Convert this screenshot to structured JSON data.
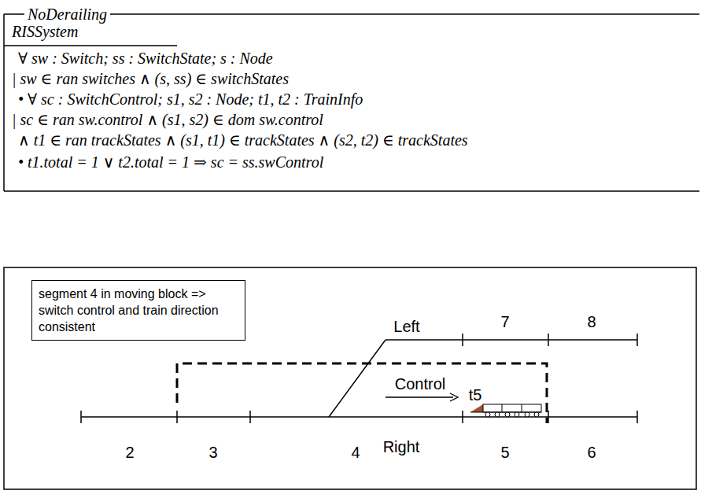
{
  "diagram": {
    "nodes": [
      {
        "text": [
          "NoDerailing",
          "RISSystem",
          "∀ sw : Switch; ss : SwitchState; s : Node",
          "| sw ∈ ran switches ∧ (s, ss) ∈ switchStates",
          "• ∀ sc : SwitchControl; s1, s2 : Node; t1, t2 : TrainInfo",
          "| sc ∈ ran sw.control ∧ (s1, s2) ∈ dom sw.control",
          "∧ t1 ∈ ran trackStates ∧ (s1, t1) ∈ trackStates ∧ (s2, t2) ∈ trackStates",
          "• t1.total = 1 ∨ t2.total = 1 ⇒ sc = ss.swControl"
        ]
      },
      {
        "text": [
          "segment 4 in moving block => switch control and train direction consistent"
        ]
      }
    ],
    "labels": [
      "Left",
      "7",
      "8",
      "Control",
      "t5",
      "2",
      "3",
      "4",
      "Right",
      "5",
      "6"
    ]
  }
}
